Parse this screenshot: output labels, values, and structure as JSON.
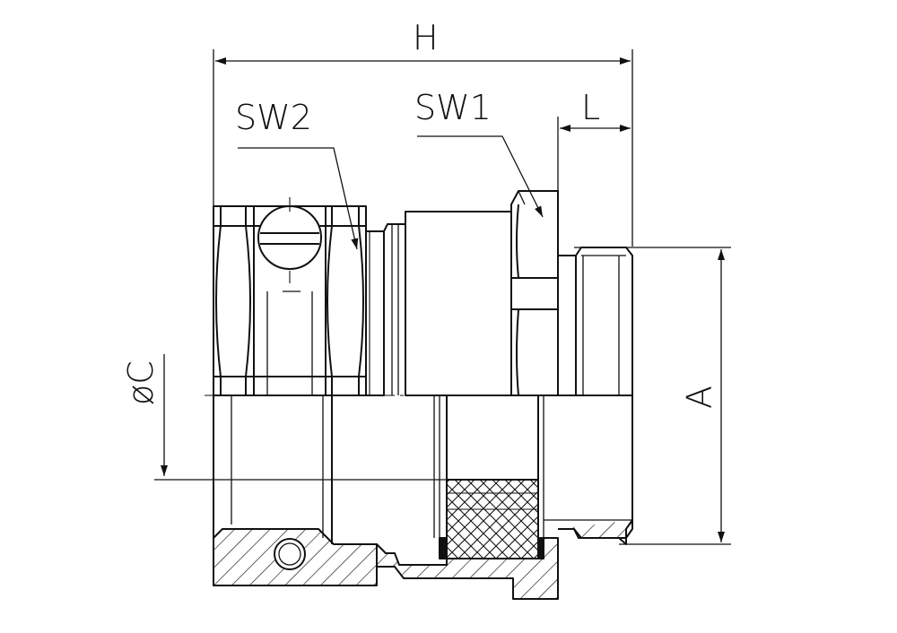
{
  "labels": {
    "overall_length": "H",
    "wrench_size_2": "SW2",
    "wrench_size_1": "SW1",
    "thread_length": "L",
    "clamping_diameter": "øC",
    "thread_diameter": "A"
  },
  "colors": {
    "line": "#111111",
    "background": "#ffffff"
  }
}
